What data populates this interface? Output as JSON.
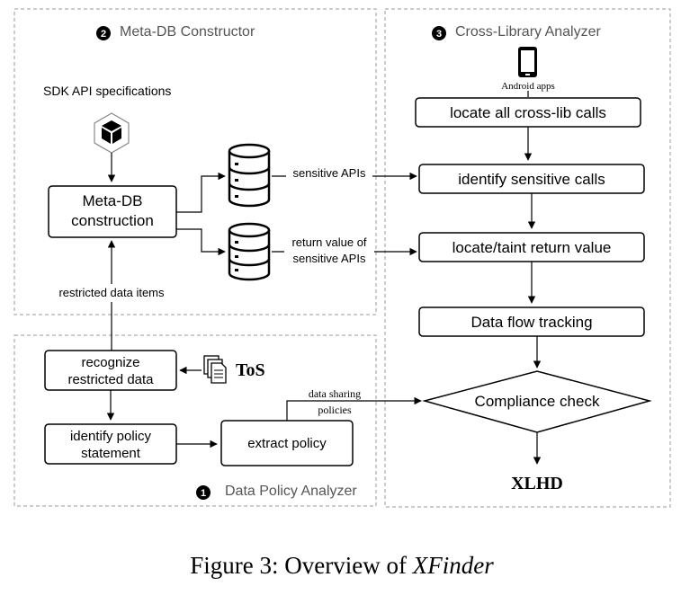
{
  "panels": {
    "meta_db": {
      "number": "2",
      "title": "Meta-DB Constructor"
    },
    "cross_lib": {
      "number": "3",
      "title": "Cross-Library Analyzer"
    },
    "policy": {
      "number": "1",
      "title": "Data Policy Analyzer"
    }
  },
  "meta_db": {
    "sdk_label": "SDK API specifications",
    "construction_box": [
      "Meta-DB",
      "construction"
    ],
    "edge_sensitive_apis": "sensitive APIs",
    "edge_return_value": [
      "return value of",
      "sensitive APIs"
    ],
    "edge_restricted_items": "restricted data items"
  },
  "cross_lib": {
    "android_label": "Android apps",
    "steps": [
      "locate all cross-lib calls",
      "identify sensitive calls",
      "locate/taint return value",
      "Data flow tracking"
    ],
    "decision": "Compliance check",
    "output": "XLHD"
  },
  "policy": {
    "recognize_box": [
      "recognize",
      "restricted data"
    ],
    "tos_label": "ToS",
    "identify_box": [
      "identify policy",
      "statement"
    ],
    "extract_box": "extract policy",
    "edge_sharing": [
      "data sharing",
      "policies"
    ]
  },
  "caption": {
    "prefix": "Figure 3: Overview of ",
    "name": "XFinder"
  }
}
